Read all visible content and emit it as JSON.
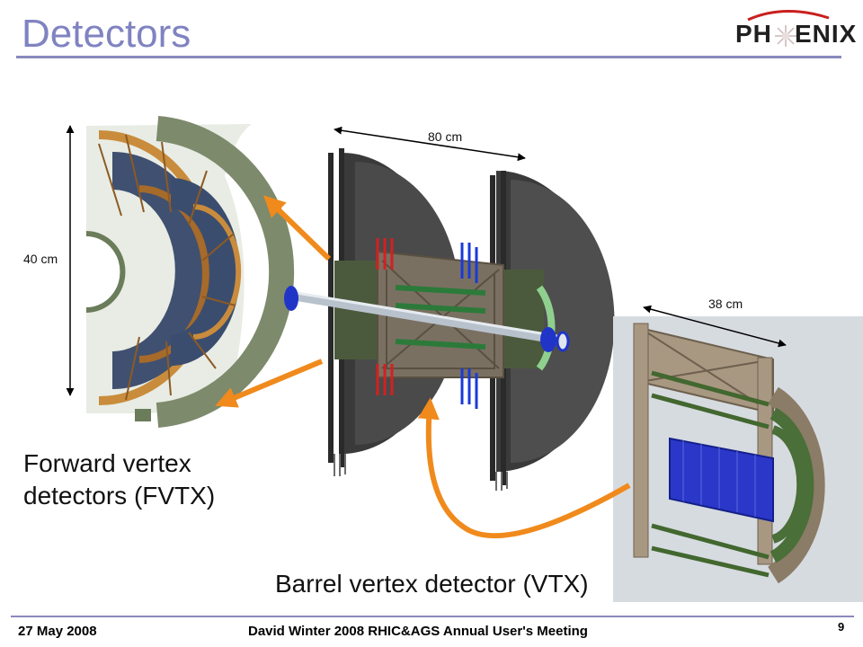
{
  "slide": {
    "title": "Detectors",
    "logo": {
      "left": "PH",
      "right": "ENIX"
    },
    "labels": {
      "dim_80cm": "80 cm",
      "dim_40cm": "40 cm",
      "dim_38cm": "38 cm",
      "fvtx_line1": "Forward vertex",
      "fvtx_line2": "detectors (FVTX)",
      "vtx": "Barrel vertex detector (VTX)"
    },
    "footer": {
      "date": "27 May 2008",
      "center": "David Winter 2008 RHIC&AGS Annual User's Meeting",
      "page": "9"
    },
    "colors": {
      "title": "#8083c1",
      "rule": "#8a88bd",
      "arrow": "#f08a1c",
      "sensor_blue": "#3333cc"
    }
  }
}
